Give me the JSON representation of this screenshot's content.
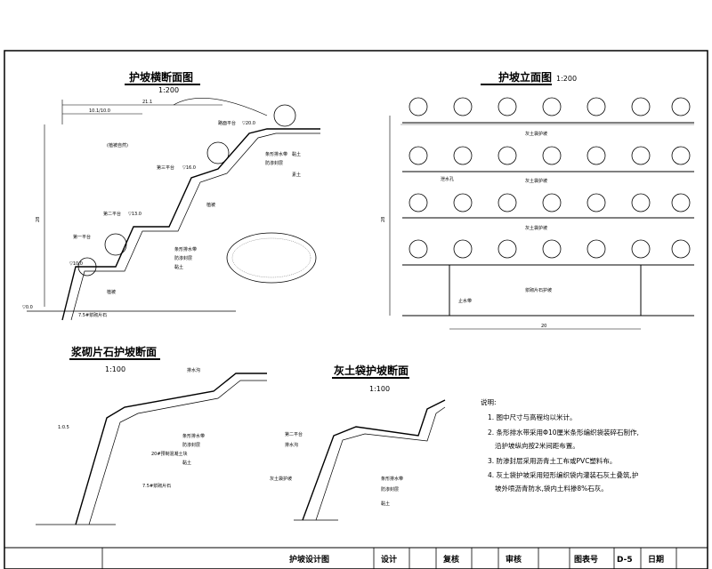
{
  "drawing": {
    "top_left": {
      "title": "护坡横断面图",
      "scale": "1:200"
    },
    "top_right": {
      "title": "护坡立面图",
      "scale": "1:200"
    },
    "bottom_left": {
      "title": "浆砌片石护坡断面",
      "scale": "1:100"
    },
    "bottom_mid": {
      "title": "灰土袋护坡断面",
      "scale": "1:100"
    }
  },
  "section_labels": {
    "platform_top": "路面平台",
    "platform_3": "第三平台",
    "platform_2": "第二平台",
    "platform_1": "第一平台",
    "lime_bag_slope": "灰土袋护坡",
    "stone_slope": "浆砌片石护坡",
    "drain_ditch": "排水沟",
    "drain_belt": "条形排水带",
    "geotextile": "防渗封层",
    "clay": "黏土",
    "planting": "植被",
    "plain_soil": "素土",
    "grass": "(植被自然)",
    "slope_rate": "1:0.5",
    "elev_1": "▽20.0",
    "elev_2": "▽16.0",
    "elev_3": "▽13.0",
    "elev_4": "▽10.0",
    "elev_5": "▽0.0",
    "dim_width": "21.1",
    "dim_sub": "10.1/10.0",
    "dim_h": "28",
    "dim_bottom": "20",
    "bottom_wall": "7.5#浆砌片石",
    "concrete": "20#预制混凝土块",
    "drain_hole": "泄水孔",
    "water_stop": "止水带"
  },
  "notes": {
    "heading": "说明:",
    "n1": "1. 图中尺寸与高程均以米计。",
    "n2a": "2. 条形排水带采用Φ10厘米条形编织袋装碎石制作,",
    "n2b": "沿护坡纵向按2米间距布置。",
    "n3": "3. 防渗封层采用沥青土工布或PVC塑料布。",
    "n4a": "4. 灰土袋护坡采用短形编织袋内灌装石灰土叠筑,护",
    "n4b": "坡外喷沥青防水,袋内土料掺8%石灰。"
  },
  "title_block": {
    "project": "护坡设计图",
    "design": "设计",
    "review": "复核",
    "audit": "审核",
    "sheet_no_label": "图表号",
    "sheet_no": "D-5",
    "date_label": "日期"
  }
}
